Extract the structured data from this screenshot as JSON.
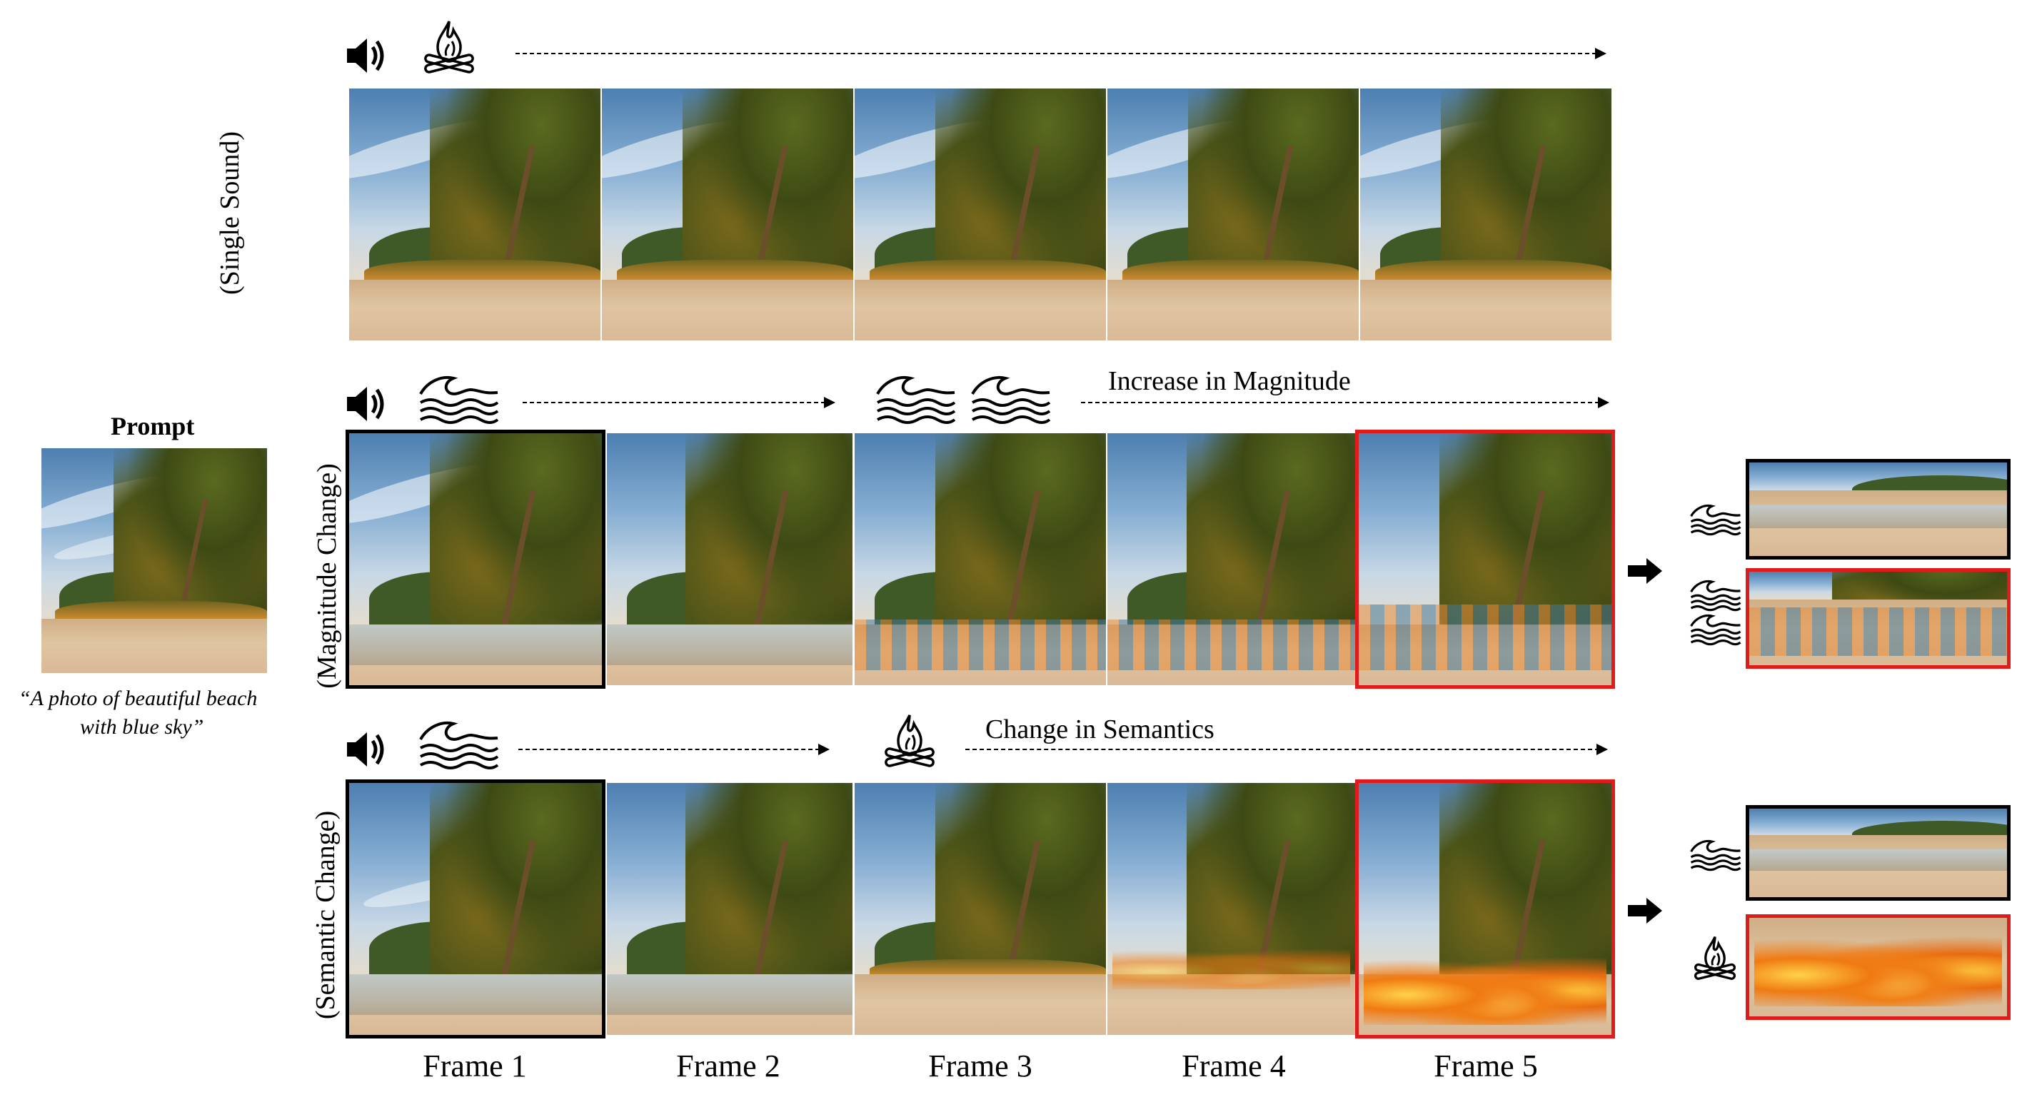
{
  "prompt": {
    "heading": "Prompt",
    "caption_line1": "“A photo of beautiful beach",
    "caption_line2": "with blue sky”"
  },
  "rows": {
    "single": {
      "label": "(Single Sound)"
    },
    "magnitude": {
      "label": "(Magnitude Change)",
      "annotation": "Increase in Magnitude"
    },
    "semantic": {
      "label": "(Semantic Change)",
      "annotation": "Change in Semantics"
    }
  },
  "frames": [
    "Frame 1",
    "Frame 2",
    "Frame 3",
    "Frame 4",
    "Frame 5"
  ],
  "icons": [
    "speaker-icon",
    "campfire-icon",
    "waves-icon",
    "right-arrow-icon"
  ],
  "colors": {
    "highlight_red": "#e01b1b",
    "frame_black": "#000000"
  }
}
